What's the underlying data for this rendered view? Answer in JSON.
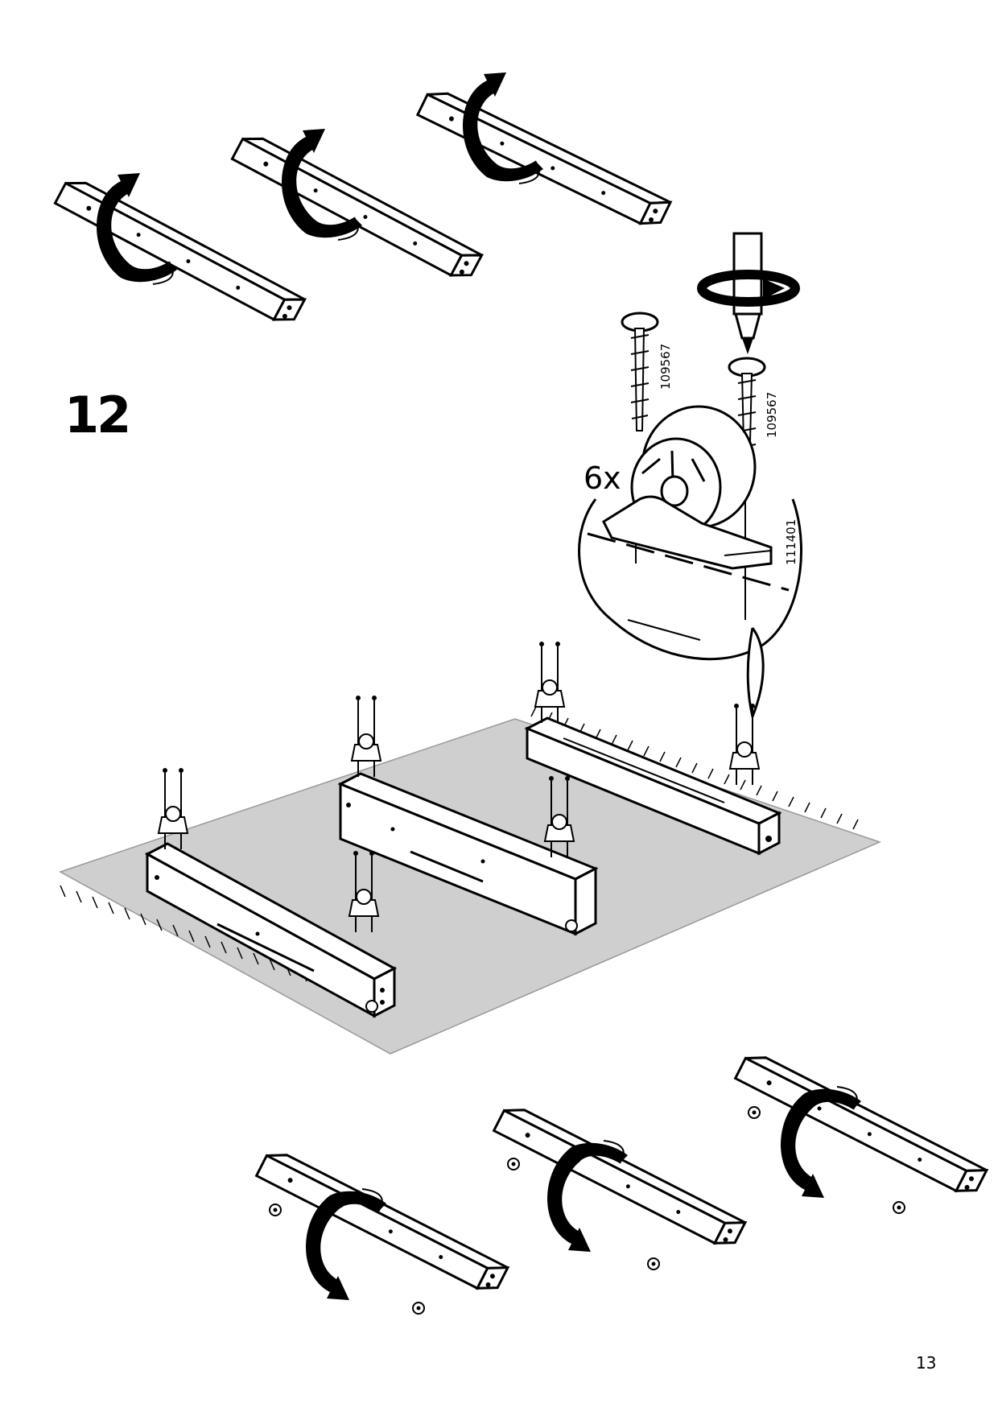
{
  "step": {
    "number": "12"
  },
  "detail": {
    "quantity": "6x",
    "screw_part_numbers": [
      "109567",
      "109567"
    ],
    "wheel_part_number": "111401"
  },
  "page": {
    "number": "13"
  },
  "icons": {
    "rotate": "curved-rotation-arrow-icon",
    "screwdriver": "screwdriver-icon",
    "screw": "screw-icon",
    "wheel": "castor-wheel-icon",
    "turn": "clockwise-turn-icon"
  },
  "colors": {
    "ink": "#000000",
    "rug": "#cfcfcf",
    "paper": "#ffffff"
  }
}
